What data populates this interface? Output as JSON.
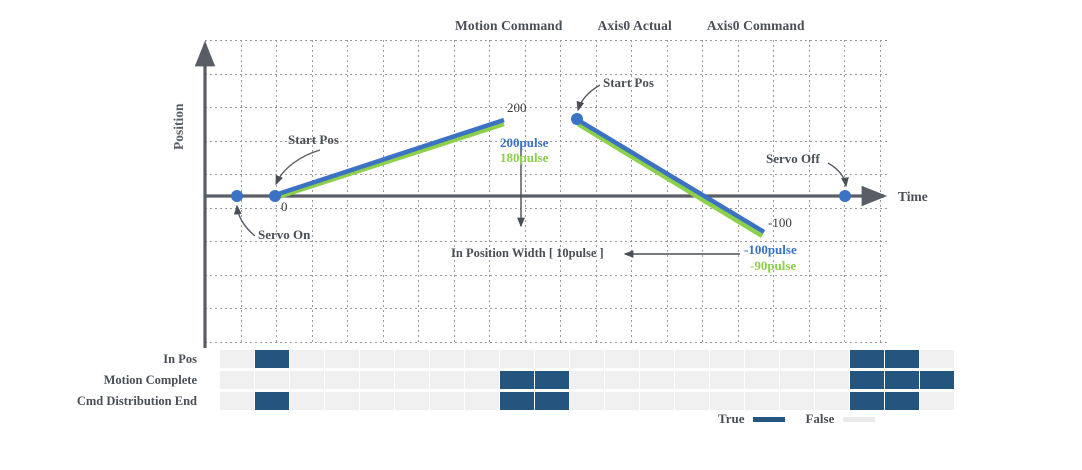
{
  "legend_top": {
    "items": [
      {
        "label": "Motion Command",
        "marker": "dot-icon",
        "color": "#3b72c4"
      },
      {
        "label": "Axis0 Actual",
        "marker": "line-icon",
        "color": "#8dd04a"
      },
      {
        "label": "Axis0 Command",
        "marker": "line-icon",
        "color": "#3b72c4"
      }
    ]
  },
  "axes": {
    "y_label": "Position",
    "x_label": "Time"
  },
  "annotations": {
    "start_pos_1": "Start Pos",
    "start_pos_2": "Start Pos",
    "servo_on": "Servo On",
    "servo_off": "Servo Off",
    "in_position_width": "In Position Width [ 10pulse ]",
    "value_zero": "0",
    "value_200": "200",
    "value_neg100": "-100",
    "pulse_200": "200pulse",
    "pulse_180": "180pulse",
    "pulse_neg100": "-100pulse",
    "pulse_neg90": "-90pulse"
  },
  "signals": {
    "rows": [
      {
        "label": "In Pos",
        "cells": [
          0,
          1,
          0,
          0,
          0,
          0,
          0,
          0,
          0,
          0,
          0,
          0,
          0,
          0,
          0,
          0,
          0,
          0,
          1,
          1,
          0
        ]
      },
      {
        "label": "Motion Complete",
        "cells": [
          0,
          0,
          0,
          0,
          0,
          0,
          0,
          0,
          1,
          1,
          0,
          0,
          0,
          0,
          0,
          0,
          0,
          0,
          1,
          1,
          1
        ]
      },
      {
        "label": "Cmd Distribution End",
        "cells": [
          0,
          1,
          0,
          0,
          0,
          0,
          0,
          0,
          1,
          1,
          0,
          0,
          0,
          0,
          0,
          0,
          0,
          0,
          1,
          1,
          0
        ]
      }
    ]
  },
  "legend_bottom": {
    "true_label": "True",
    "false_label": "False",
    "true_color": "#23557f",
    "false_color": "#ebebeb"
  },
  "chart_data": {
    "type": "line",
    "title": "",
    "xlabel": "Time",
    "ylabel": "Position",
    "grid": true,
    "legend_position": "top",
    "series": [
      {
        "name": "Axis0 Command",
        "color": "#3b72c4",
        "points": [
          {
            "x": 0,
            "y": 0,
            "label": "0"
          },
          {
            "x": 200,
            "y": 200,
            "label": "200"
          },
          {
            "x": 300,
            "y": 200,
            "label": "200pulse"
          },
          {
            "x": 500,
            "y": -100,
            "label": "-100pulse"
          }
        ]
      },
      {
        "name": "Axis0 Actual",
        "color": "#8dd04a",
        "points": [
          {
            "x": 0,
            "y": 0
          },
          {
            "x": 200,
            "y": 180,
            "label": "180pulse"
          },
          {
            "x": 300,
            "y": 180
          },
          {
            "x": 500,
            "y": -90,
            "label": "-90pulse"
          }
        ]
      },
      {
        "name": "Motion Command",
        "color": "#3b72c4",
        "type": "scatter",
        "points": [
          {
            "x": -20,
            "y": 0,
            "label": "Servo On"
          },
          {
            "x": 0,
            "y": 0,
            "label": "Start Pos"
          },
          {
            "x": 300,
            "y": 200,
            "label": "Start Pos"
          },
          {
            "x": 620,
            "y": 0,
            "label": "Servo Off"
          }
        ]
      }
    ],
    "ylim": [
      -280,
      180
    ],
    "xlim": [
      0,
      685
    ]
  }
}
